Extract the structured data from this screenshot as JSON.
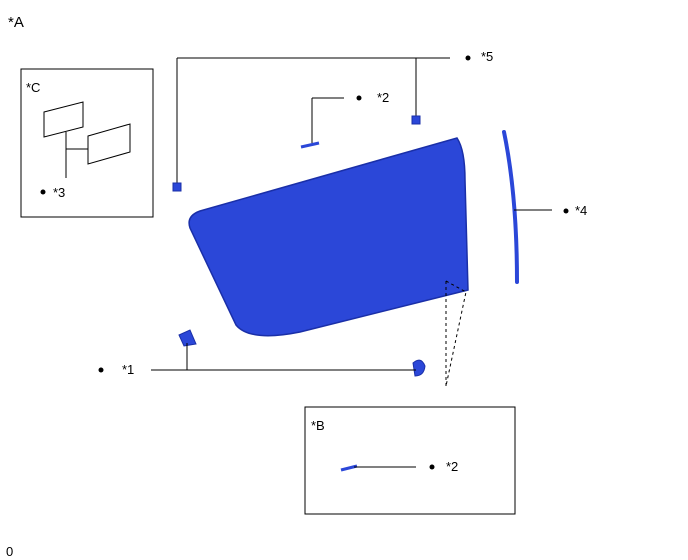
{
  "view_label": "*A",
  "inset_b": {
    "label": "*B",
    "callout": "*2"
  },
  "inset_c": {
    "label": "*C",
    "callout": "*3"
  },
  "callouts": {
    "c1": "*1",
    "c2": "*2",
    "c4": "*4",
    "c5": "*5"
  },
  "footer_text": "0",
  "colors": {
    "part_fill": "#2b47d8",
    "part_edge": "#1a2fa8",
    "line": "#000000"
  }
}
